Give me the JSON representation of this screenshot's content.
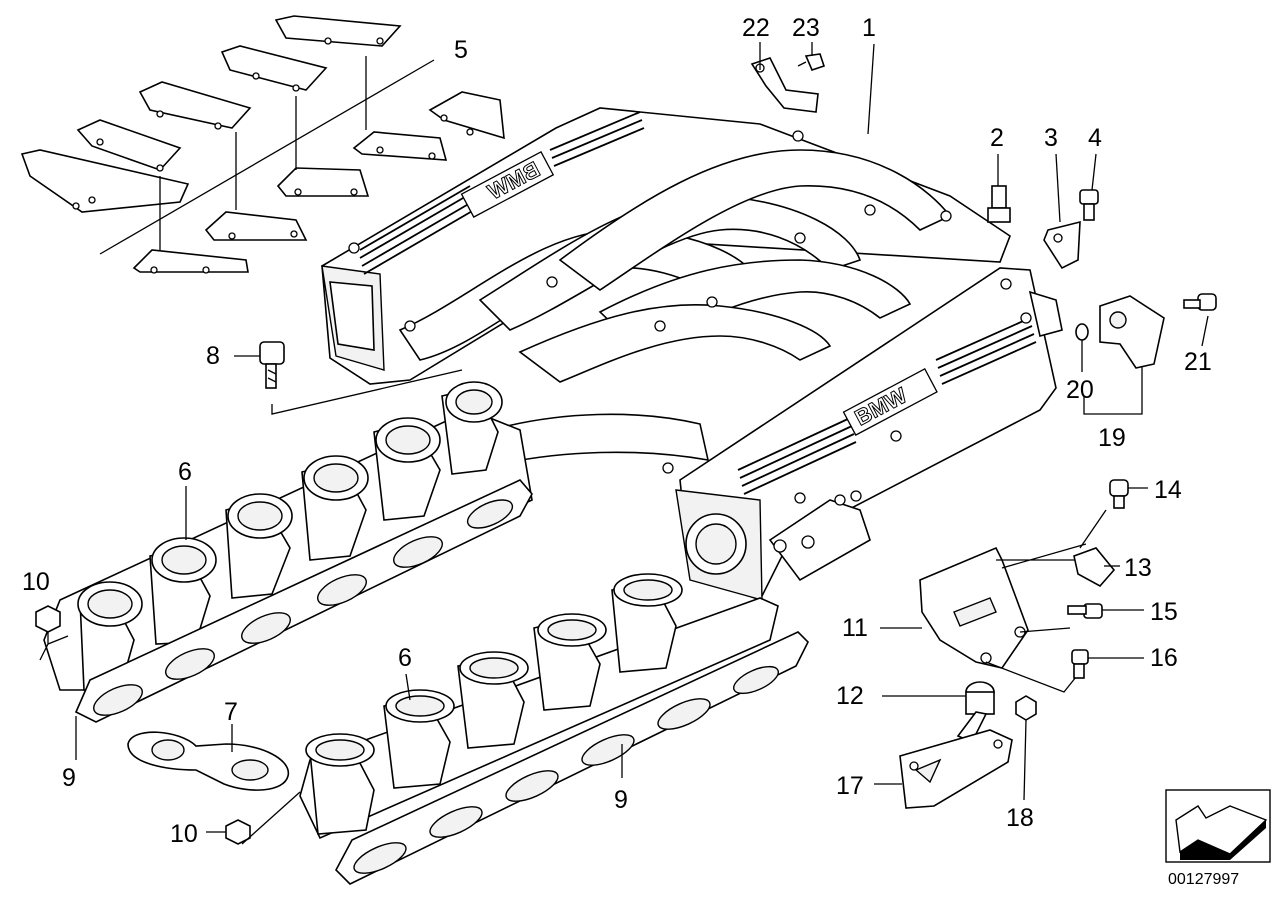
{
  "diagram": {
    "brand_text": "BMW",
    "doc_id": "00127997",
    "callouts": [
      {
        "id": "c1",
        "label": "1"
      },
      {
        "id": "c2",
        "label": "2"
      },
      {
        "id": "c3",
        "label": "3"
      },
      {
        "id": "c4",
        "label": "4"
      },
      {
        "id": "c5",
        "label": "5"
      },
      {
        "id": "c6a",
        "label": "6"
      },
      {
        "id": "c6b",
        "label": "6"
      },
      {
        "id": "c7",
        "label": "7"
      },
      {
        "id": "c8",
        "label": "8"
      },
      {
        "id": "c9a",
        "label": "9"
      },
      {
        "id": "c9b",
        "label": "9"
      },
      {
        "id": "c10a",
        "label": "10"
      },
      {
        "id": "c10b",
        "label": "10"
      },
      {
        "id": "c11",
        "label": "11"
      },
      {
        "id": "c12",
        "label": "12"
      },
      {
        "id": "c13",
        "label": "13"
      },
      {
        "id": "c14",
        "label": "14"
      },
      {
        "id": "c15",
        "label": "15"
      },
      {
        "id": "c16",
        "label": "16"
      },
      {
        "id": "c17",
        "label": "17"
      },
      {
        "id": "c18",
        "label": "18"
      },
      {
        "id": "c19",
        "label": "19"
      },
      {
        "id": "c20",
        "label": "20"
      },
      {
        "id": "c21",
        "label": "21"
      },
      {
        "id": "c22",
        "label": "22"
      },
      {
        "id": "c23",
        "label": "23"
      }
    ]
  }
}
